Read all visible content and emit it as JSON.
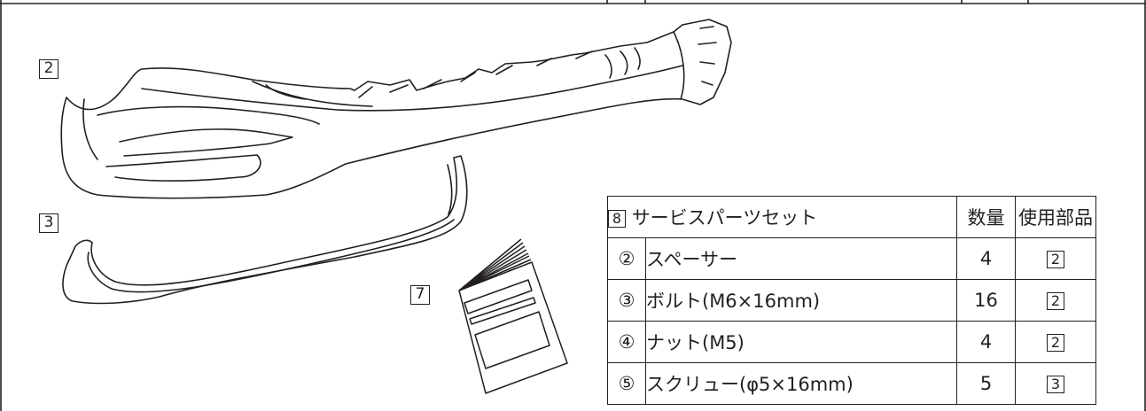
{
  "labels": {
    "part_2": "2",
    "part_3": "3",
    "part_7": "7"
  },
  "parts_table": {
    "header": {
      "set_no": "8",
      "title": "サービスパーツセット",
      "qty": "数量",
      "use": "使用部品"
    },
    "rows": [
      {
        "no": "②",
        "name": "スペーサー",
        "qty": "4",
        "use": "2"
      },
      {
        "no": "③",
        "name": "ボルト(M6×16mm)",
        "qty": "16",
        "use": "2"
      },
      {
        "no": "④",
        "name": "ナット(M5)",
        "qty": "4",
        "use": "2"
      },
      {
        "no": "⑤",
        "name": "スクリュー(φ5×16mm)",
        "qty": "5",
        "use": "3"
      }
    ]
  }
}
